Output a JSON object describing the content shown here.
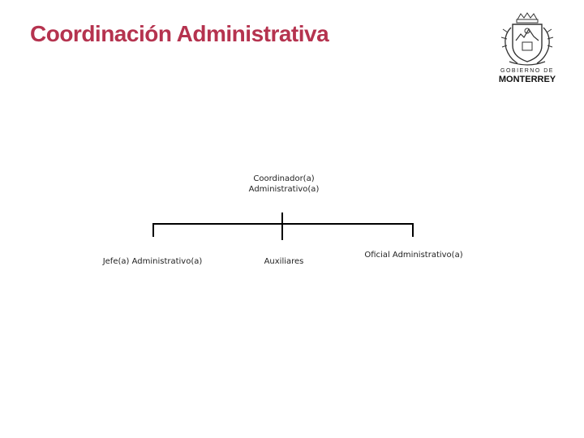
{
  "header": {
    "title": "Coordinación Administrativa"
  },
  "logo": {
    "line1": "GOBIERNO DE",
    "line2": "MONTERREY"
  },
  "org_chart": {
    "root": {
      "line1": "Coordinador(a)",
      "line2": "Administrativo(a)"
    },
    "children": [
      {
        "label": "Jefe(a) Administrativo(a)"
      },
      {
        "label": "Auxiliares"
      },
      {
        "label": "Oficial Administrativo(a)"
      }
    ]
  },
  "colors": {
    "title": "#b5334f",
    "lines": "#000000"
  }
}
